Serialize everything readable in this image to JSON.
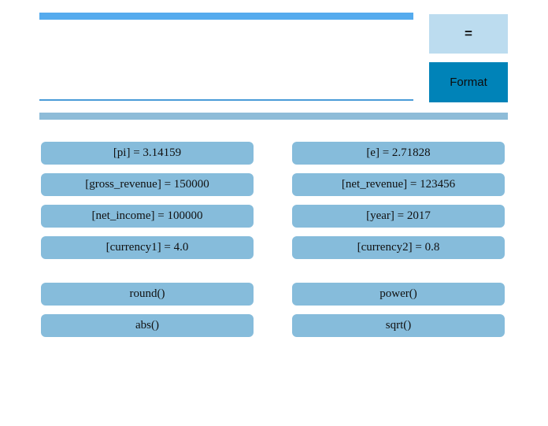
{
  "header": {
    "accent_bar_color": "#55abee",
    "formula_input": {
      "value": "",
      "placeholder": ""
    },
    "equals_button": {
      "label": "=",
      "icon": "equals-icon",
      "background": "#bcdcef"
    },
    "format_button": {
      "label": "Format",
      "background": "#0083b8"
    },
    "status_bar_color": "#8ebcd8",
    "divider_color": "#4a9cd8"
  },
  "palette": {
    "columns": [
      {
        "name": "left",
        "variables": [
          {
            "label": "[pi] = 3.14159",
            "token": "[pi]",
            "value": "3.14159"
          },
          {
            "label": "[gross_revenue] = 150000",
            "token": "[gross_revenue]",
            "value": "150000"
          },
          {
            "label": "[net_income] = 100000",
            "token": "[net_income]",
            "value": "100000"
          },
          {
            "label": "[currency1] = 4.0",
            "token": "[currency1]",
            "value": "4.0"
          }
        ],
        "functions": [
          {
            "label": "round()",
            "name": "round"
          },
          {
            "label": "abs()",
            "name": "abs"
          }
        ]
      },
      {
        "name": "right",
        "variables": [
          {
            "label": "[e] = 2.71828",
            "token": "[e]",
            "value": "2.71828"
          },
          {
            "label": "[net_revenue] = 123456",
            "token": "[net_revenue]",
            "value": "123456"
          },
          {
            "label": "[year] = 2017",
            "token": "[year]",
            "value": "2017"
          },
          {
            "label": "[currency2] = 0.8",
            "token": "[currency2]",
            "value": "0.8"
          }
        ],
        "functions": [
          {
            "label": "power()",
            "name": "power"
          },
          {
            "label": "sqrt()",
            "name": "sqrt"
          }
        ]
      }
    ]
  },
  "theme": {
    "token_button_color": "#86bcdb",
    "page_background": "#ffffff"
  }
}
